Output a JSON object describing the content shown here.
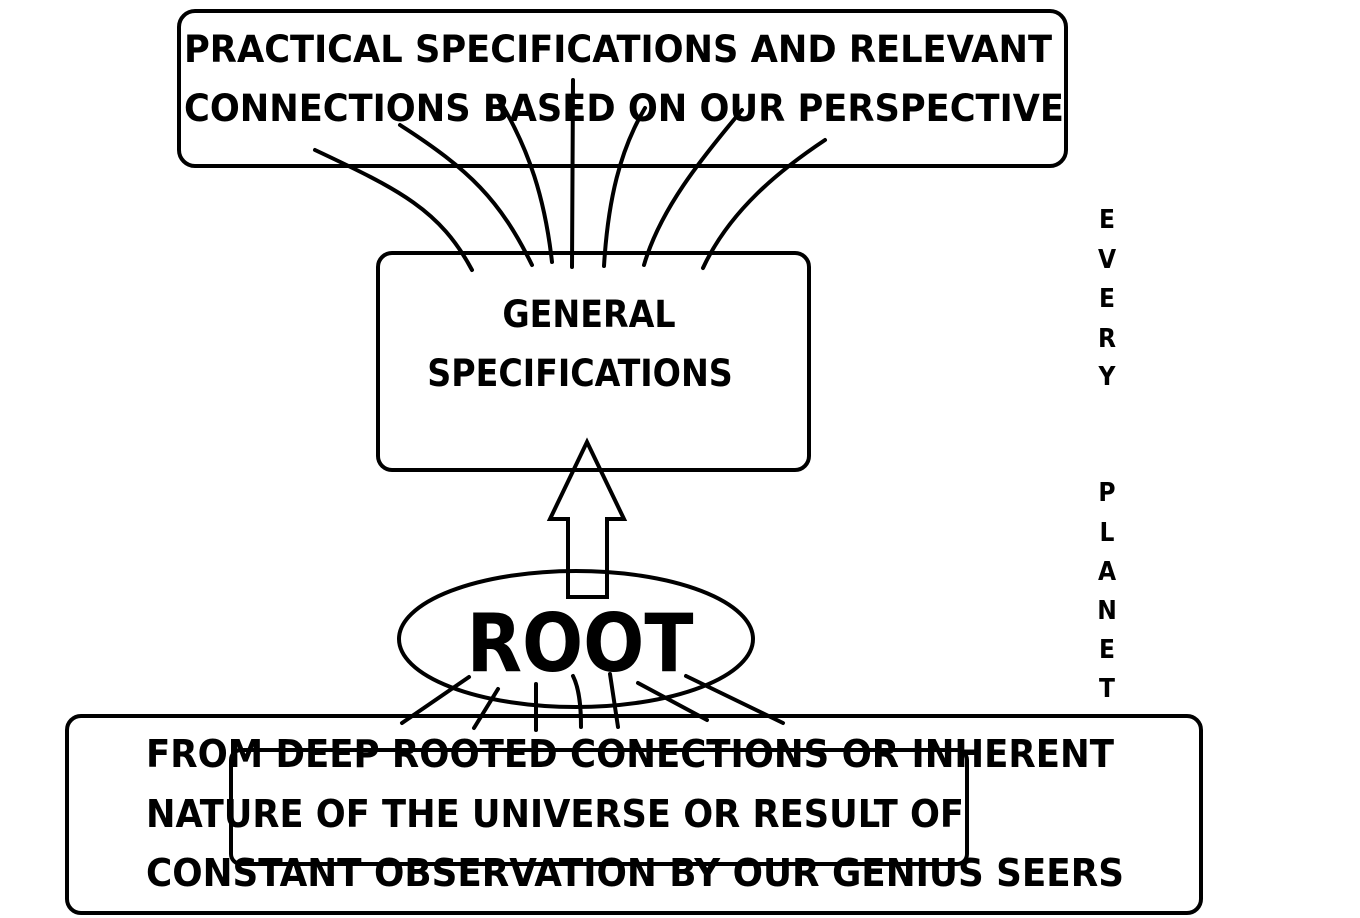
{
  "diagram": {
    "top_box": {
      "lines": [
        "PRACTICAL SPECIFICATIONS AND RELEVANT",
        "CONNECTIONS BASED ON OUR PERSPECTIVE"
      ]
    },
    "middle_box": {
      "lines": [
        "GENERAL",
        "SPECIFICATIONS"
      ]
    },
    "root": {
      "label": "ROOT"
    },
    "bottom_box": {
      "lines": [
        "FROM DEEP ROOTED CONECTIONS OR INHERENT",
        "NATURE OF THE UNIVERSE OR RESULT OF",
        "CONSTANT OBSERVATION BY OUR GENIUS SEERS"
      ]
    },
    "side_label": {
      "letters": [
        "E",
        "V",
        "E",
        "R",
        "Y",
        "",
        "P",
        "L",
        "A",
        "N",
        "E",
        "T"
      ],
      "text": "EVERY PLANET"
    },
    "colors": {
      "stroke": "#000000",
      "background": "#ffffff"
    }
  }
}
